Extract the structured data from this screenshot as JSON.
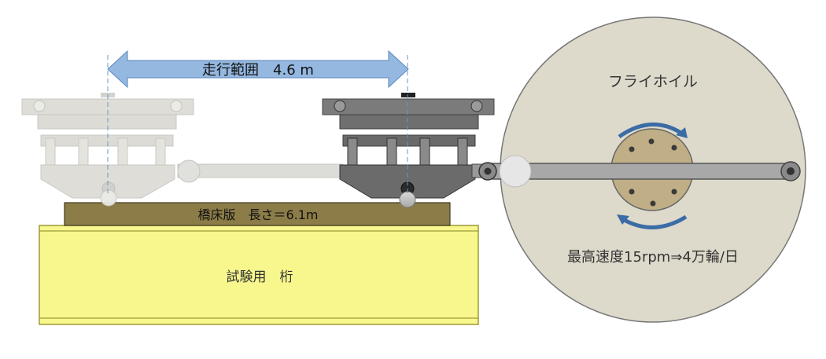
{
  "labels": {
    "range": "走行範囲　4.6 m",
    "deck": "橋床版　長さ＝6.1m",
    "girder": "試験用　桁",
    "flywheel": "フライホイル",
    "speed": "最高速度15rpm⇒4万輪/日"
  },
  "colors": {
    "range_arrow": "#94B8E0",
    "deck": "#8C7D48",
    "girder_fill": "#F7F78E",
    "girder_stroke": "#9E9A38",
    "flywheel": "#DDDACB",
    "hub": "#BFAE86",
    "rotation_arrow": "#3B6CA6",
    "cart_dark": "#6E6E6E",
    "cart_ghost": "#DADAD6"
  }
}
